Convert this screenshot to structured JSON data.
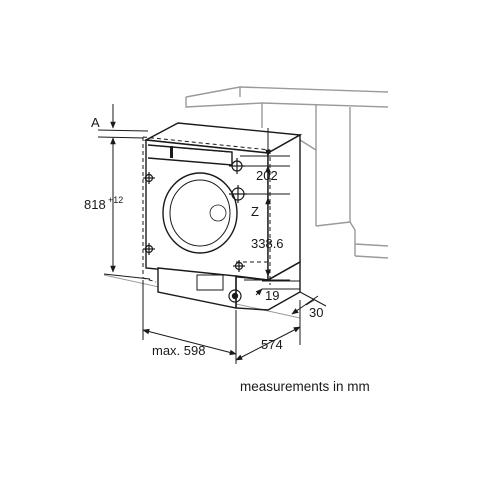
{
  "figure": {
    "caption": "measurements in mm",
    "labels": {
      "A": "A",
      "height": "818",
      "height_tolerance": "+12",
      "door_hinge_offset": "202",
      "Z": "Z",
      "hinge_height": "338.6",
      "plinth_offset": "19",
      "plinth_depth": "30",
      "width": "max. 598",
      "depth": "574"
    }
  }
}
